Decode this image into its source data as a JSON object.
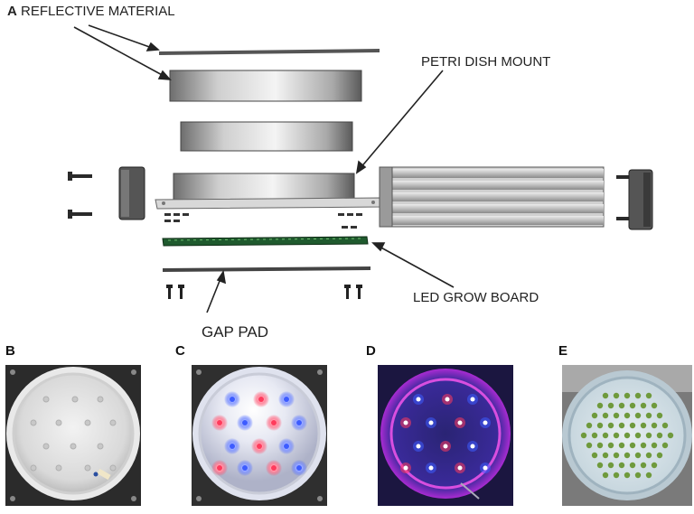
{
  "figure": {
    "panel_a_letter": "A",
    "labels": {
      "reflective": "REFLECTIVE MATERIAL",
      "petri": "PETRI DISH MOUNT",
      "led": "LED GROW BOARD",
      "gap": "GAP PAD"
    },
    "panels": {
      "b": "B",
      "c": "C",
      "d": "D",
      "e": "E"
    },
    "colors": {
      "blue_led": "#3d5cff",
      "red_led": "#ff3b5c",
      "magenta_glow": "#e02bd8",
      "seedling_green": "#6f9a3c",
      "pcb_green": "#1f5a2e"
    }
  }
}
